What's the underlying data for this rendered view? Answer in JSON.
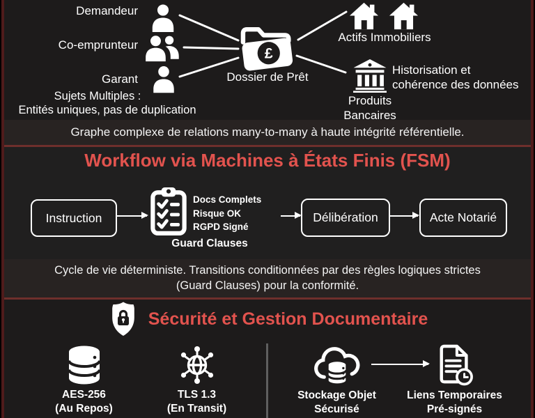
{
  "theme": {
    "background": "#1d1b1b",
    "accent_red": "#e2534e",
    "border_red": "#4f1b1b",
    "divider_red": "#6e2f2c",
    "strip_bg": "#282322",
    "icon_color": "#ffffff",
    "text_color": "#ffffff"
  },
  "relations": {
    "actors": [
      {
        "label": "Demandeur",
        "icon": "person-icon"
      },
      {
        "label": "Co-emprunteur",
        "icon": "people-icon"
      },
      {
        "label": "Garant",
        "icon": "person-icon"
      }
    ],
    "note_line1": "Sujets Multiples :",
    "note_line2": "Entités uniques, pas de duplication",
    "hub": {
      "label": "Dossier de Prêt",
      "symbol": "£",
      "icon": "folder-pound-icon"
    },
    "real_estate": {
      "label": "Actifs Immobiliers",
      "icon": "house-icon"
    },
    "bank": {
      "label_line1": "Produits",
      "label_line2": "Bancaires",
      "icon": "bank-icon"
    },
    "history_line1": "Historisation et",
    "history_line2": "cohérence des données",
    "caption": "Graphe complexe de relations many-to-many à haute intégrité référentielle."
  },
  "fsm": {
    "title": "Workflow via Machines à États Finis (FSM)",
    "state_instruction": "Instruction",
    "state_deliberation": "Délibération",
    "state_acte": "Acte Notarié",
    "guard_items": [
      "Docs Complets",
      "Risque OK",
      "RGPD Signé"
    ],
    "guard_label": "Guard Clauses",
    "guard_icon": "clipboard-check-icon",
    "caption_line1": "Cycle de vie déterministe. Transitions conditionnées par des règles logiques strictes",
    "caption_line2": "(Guard Clauses) pour la conformité."
  },
  "security": {
    "title": "Sécurité et Gestion Documentaire",
    "title_icon": "shield-lock-icon",
    "items": [
      {
        "line1": "AES-256",
        "line2": "(Au Repos)",
        "icon": "database-icon"
      },
      {
        "line1": "TLS 1.3",
        "line2": "(En Transit)",
        "icon": "network-icon"
      },
      {
        "line1": "Stockage Objet",
        "line2": "Sécurisé",
        "icon": "cloud-database-icon"
      },
      {
        "line1": "Liens Temporaires",
        "line2": "Pré-signés",
        "icon": "document-clock-icon"
      }
    ]
  }
}
